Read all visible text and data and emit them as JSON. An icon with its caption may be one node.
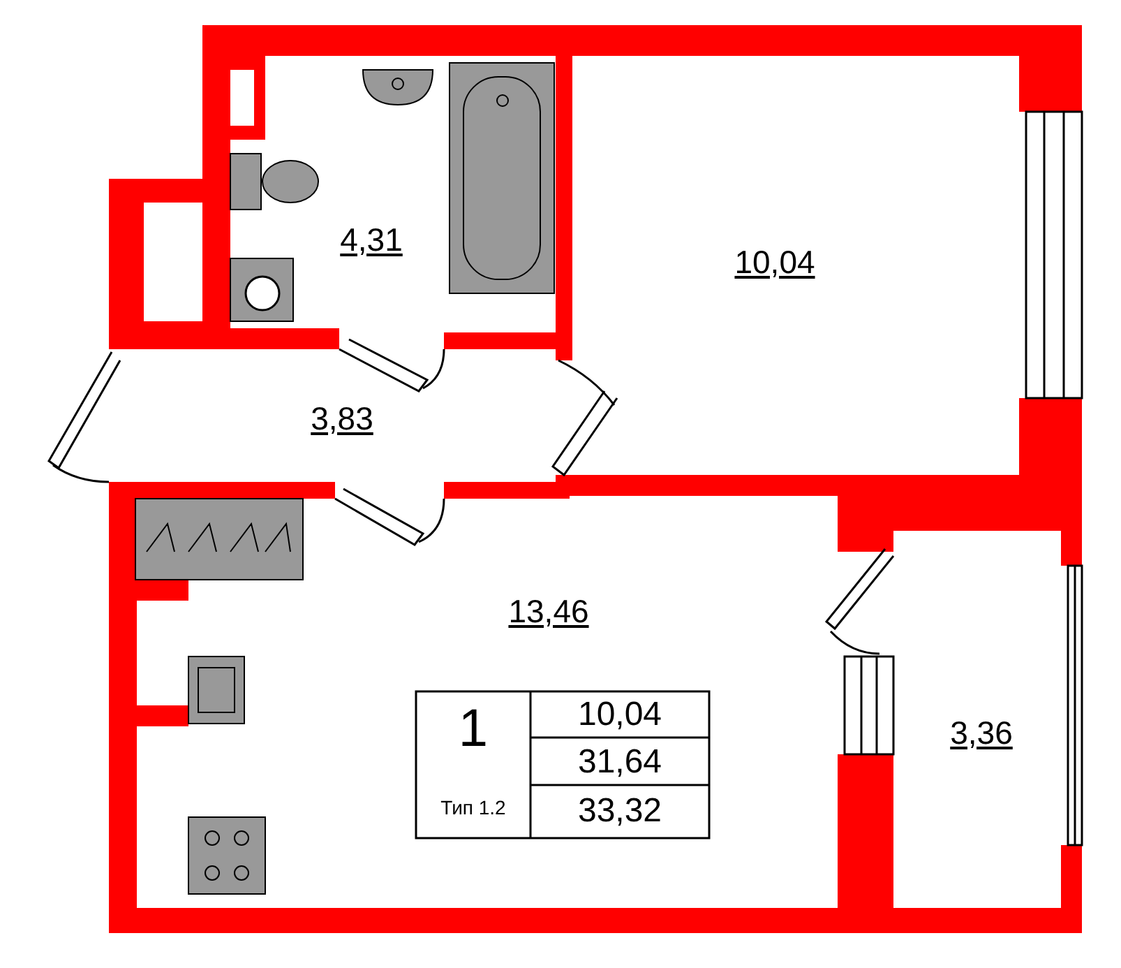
{
  "diagram": {
    "labels": [
      "4,31",
      "10,04",
      "3,83",
      "13,46",
      "3,36",
      "1",
      "10,04",
      "31,64",
      "Тип 1.2",
      "33,32"
    ]
  }
}
